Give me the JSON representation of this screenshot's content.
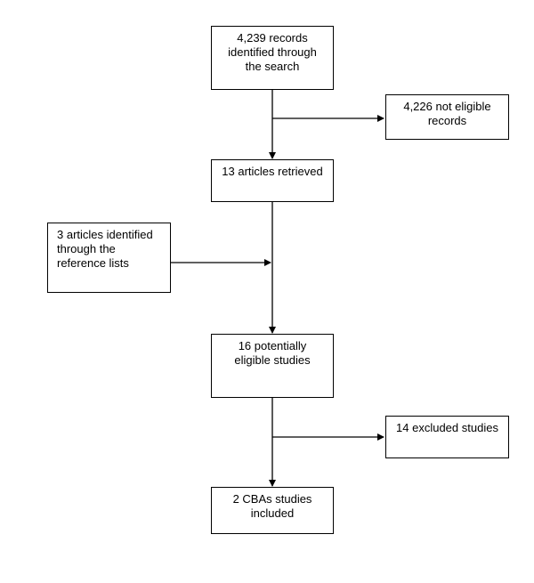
{
  "flow": {
    "search_records": "4,239 records\nidentified through\nthe search",
    "not_eligible": "4,226 not eligible\nrecords",
    "articles_retrieved": "13 articles retrieved",
    "reference_lists": "3 articles identified\nthrough the\nreference lists",
    "potentially_eligible": "16 potentially\neligible studies",
    "excluded": "14 excluded studies",
    "included": "2 CBAs studies\nincluded"
  }
}
